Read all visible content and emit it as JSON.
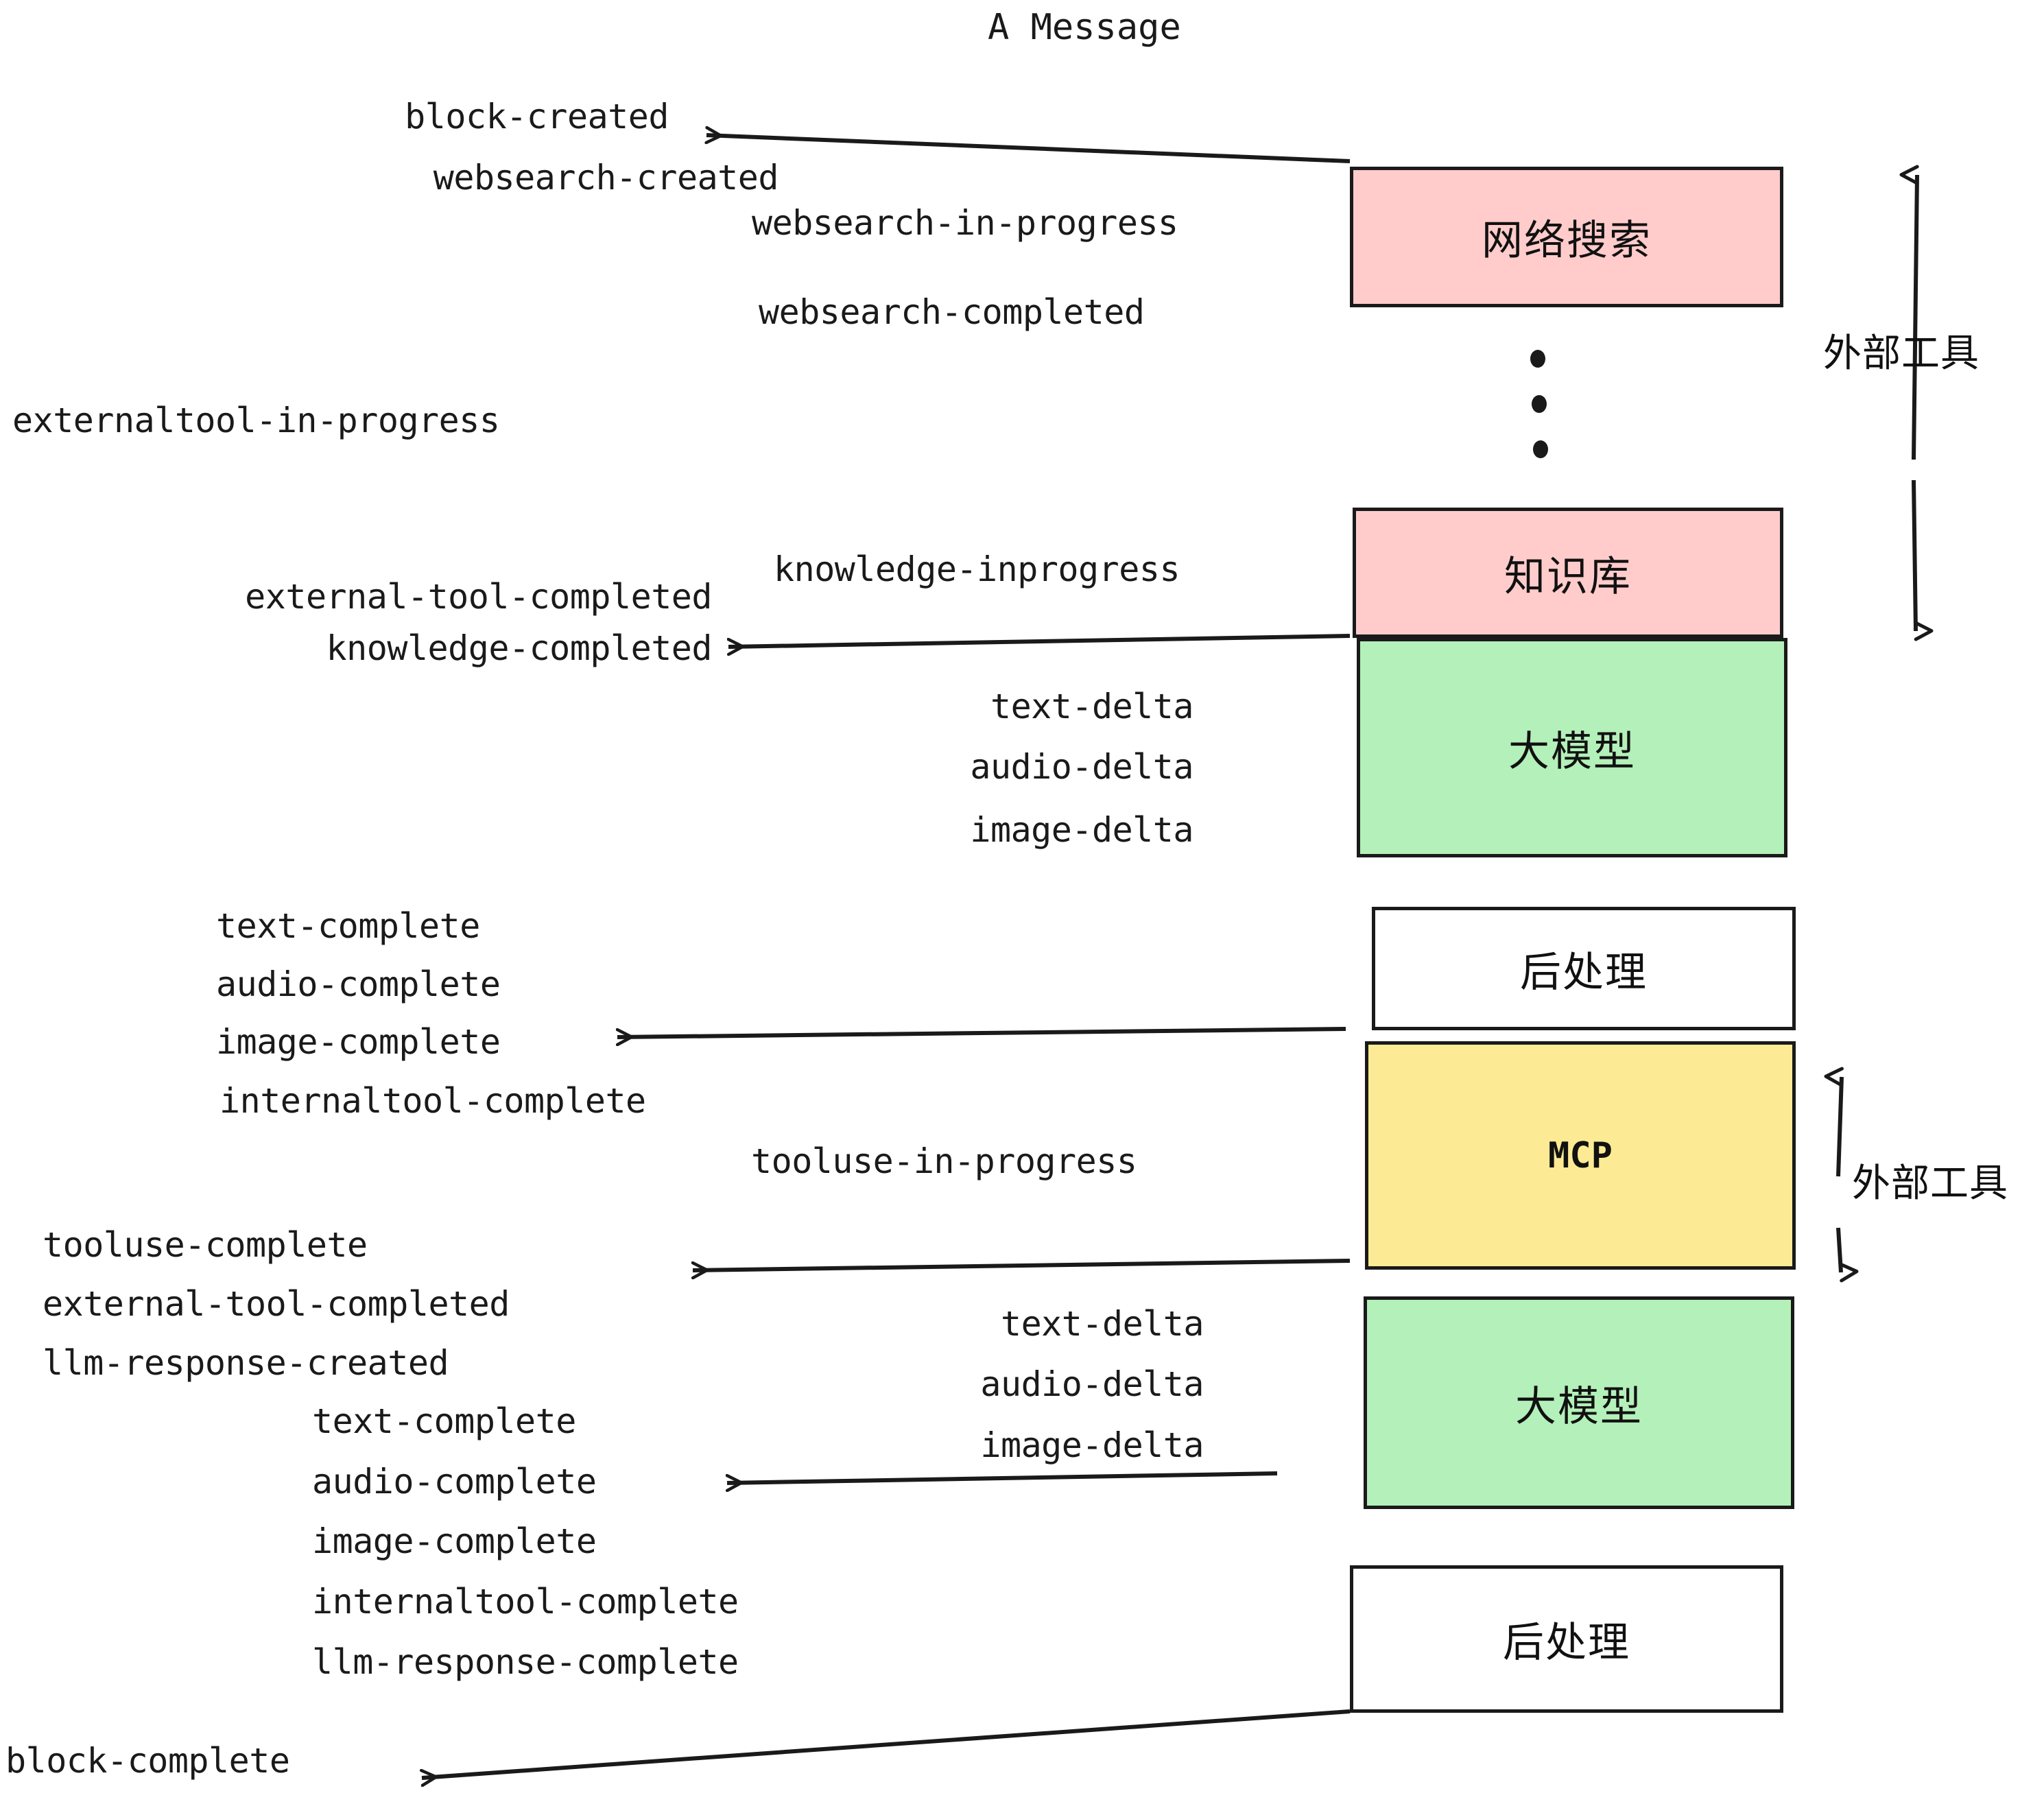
{
  "title": "A Message",
  "colors": {
    "pink": "#FFCCCB",
    "green": "#B4F0B9",
    "yellow": "#FCEB94",
    "white": "#FFFFFF",
    "stroke": "#1A1A1A"
  },
  "nodes": [
    {
      "id": "websearch",
      "label": "网络搜索",
      "fill": "#FFCCCB"
    },
    {
      "id": "knowledge",
      "label": "知识库",
      "fill": "#FFCCCB"
    },
    {
      "id": "llm-top",
      "label": "大模型",
      "fill": "#B4F0B9"
    },
    {
      "id": "post-top",
      "label": "后处理",
      "fill": "#FFFFFF"
    },
    {
      "id": "mcp",
      "label": "MCP",
      "fill": "#FCEB94"
    },
    {
      "id": "llm-bottom",
      "label": "大模型",
      "fill": "#B4F0B9"
    },
    {
      "id": "post-bottom",
      "label": "后处理",
      "fill": "#FFFFFF"
    }
  ],
  "side_labels": [
    {
      "id": "external-tools-top",
      "label": "外部工具"
    },
    {
      "id": "external-tools-bottom",
      "label": "外部工具"
    }
  ],
  "events": {
    "block_created": "block-created",
    "websearch_created": "websearch-created",
    "websearch_in_progress": "websearch-in-progress",
    "websearch_completed": "websearch-completed",
    "externaltool_in_progress": "externaltool-in-progress",
    "knowledge_inprogress": "knowledge-inprogress",
    "external_tool_completed_1": "external-tool-completed",
    "knowledge_completed": "knowledge-completed",
    "text_delta_1": "text-delta",
    "audio_delta_1": "audio-delta",
    "image_delta_1": "image-delta",
    "text_complete_1": "text-complete",
    "audio_complete_1": "audio-complete",
    "image_complete_1": "image-complete",
    "internaltool_complete_1": "internaltool-complete",
    "tooluse_in_progress": "tooluse-in-progress",
    "tooluse_complete": "tooluse-complete",
    "external_tool_completed_2": "external-tool-completed",
    "llm_response_created": "llm-response-created",
    "text_delta_2": "text-delta",
    "audio_delta_2": "audio-delta",
    "image_delta_2": "image-delta",
    "text_complete_2": "text-complete",
    "audio_complete_2": "audio-complete",
    "image_complete_2": "image-complete",
    "internaltool_complete_2": "internaltool-complete",
    "llm_response_complete": "llm-response-complete",
    "block_complete": "block-complete"
  }
}
